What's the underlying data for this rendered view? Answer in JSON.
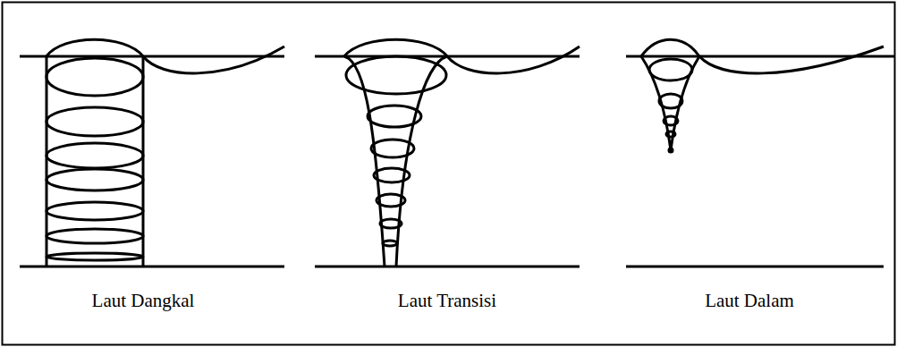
{
  "diagram": {
    "labels": [
      "Laut Dangkal",
      "Laut Transisi",
      "Laut Dalam"
    ]
  }
}
